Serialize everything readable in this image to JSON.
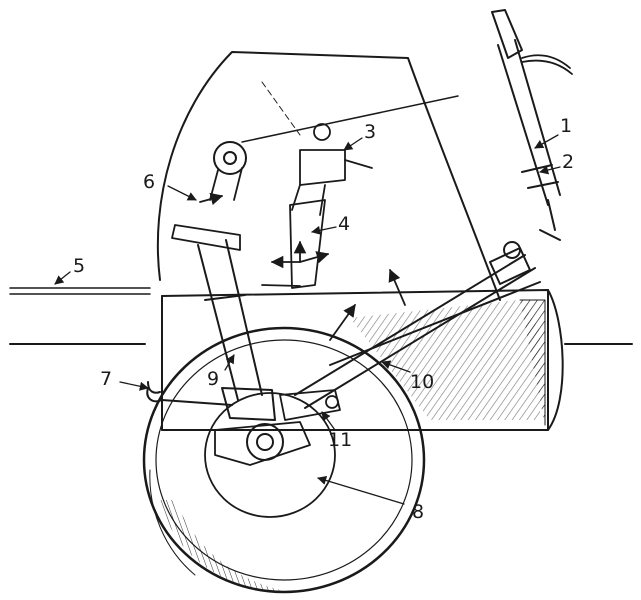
{
  "colors": {
    "ink": "#1a1a1a",
    "paper": "#ffffff"
  },
  "labels": {
    "1": "1",
    "2": "2",
    "3": "3",
    "4": "4",
    "5": "5",
    "6": "6",
    "7": "7",
    "8": "8",
    "9": "9",
    "10": "10",
    "11": "11"
  }
}
